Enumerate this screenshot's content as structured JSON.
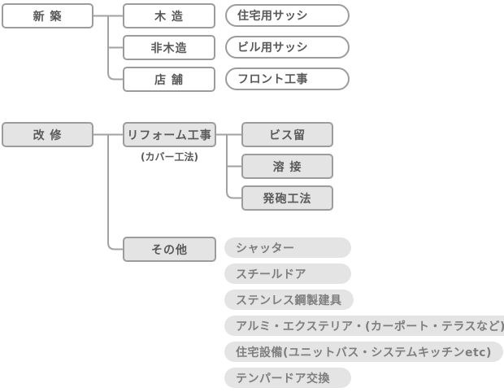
{
  "colors": {
    "border": "#9c9c9c",
    "connector": "#a2a2a2",
    "fill_gray": "#e4e4e4",
    "fill_white": "#ffffff",
    "text_dark": "#595959",
    "text_list_pill": "#7e7e7e"
  },
  "new_construction": {
    "root_label": "新 築",
    "branches": [
      {
        "label": "木 造",
        "result": "住宅用サッシ"
      },
      {
        "label": "非木造",
        "result": "ビル用サッシ"
      },
      {
        "label": "店 舗",
        "result": "フロント工事"
      }
    ]
  },
  "renovation": {
    "root_label": "改 修",
    "reform": {
      "label": "リフォーム工事",
      "note": "(カバー工法)",
      "methods": [
        "ビス留",
        "溶 接",
        "発砲工法"
      ]
    },
    "others": {
      "label": "その他",
      "items": [
        "シャッター",
        "スチールドア",
        "ステンレス鋼製建具",
        "アルミ・エクステリア・(カーポート・テラスなど)",
        "住宅設備(ユニットバス・システムキッチンetc)",
        "テンパードア交換"
      ]
    }
  }
}
